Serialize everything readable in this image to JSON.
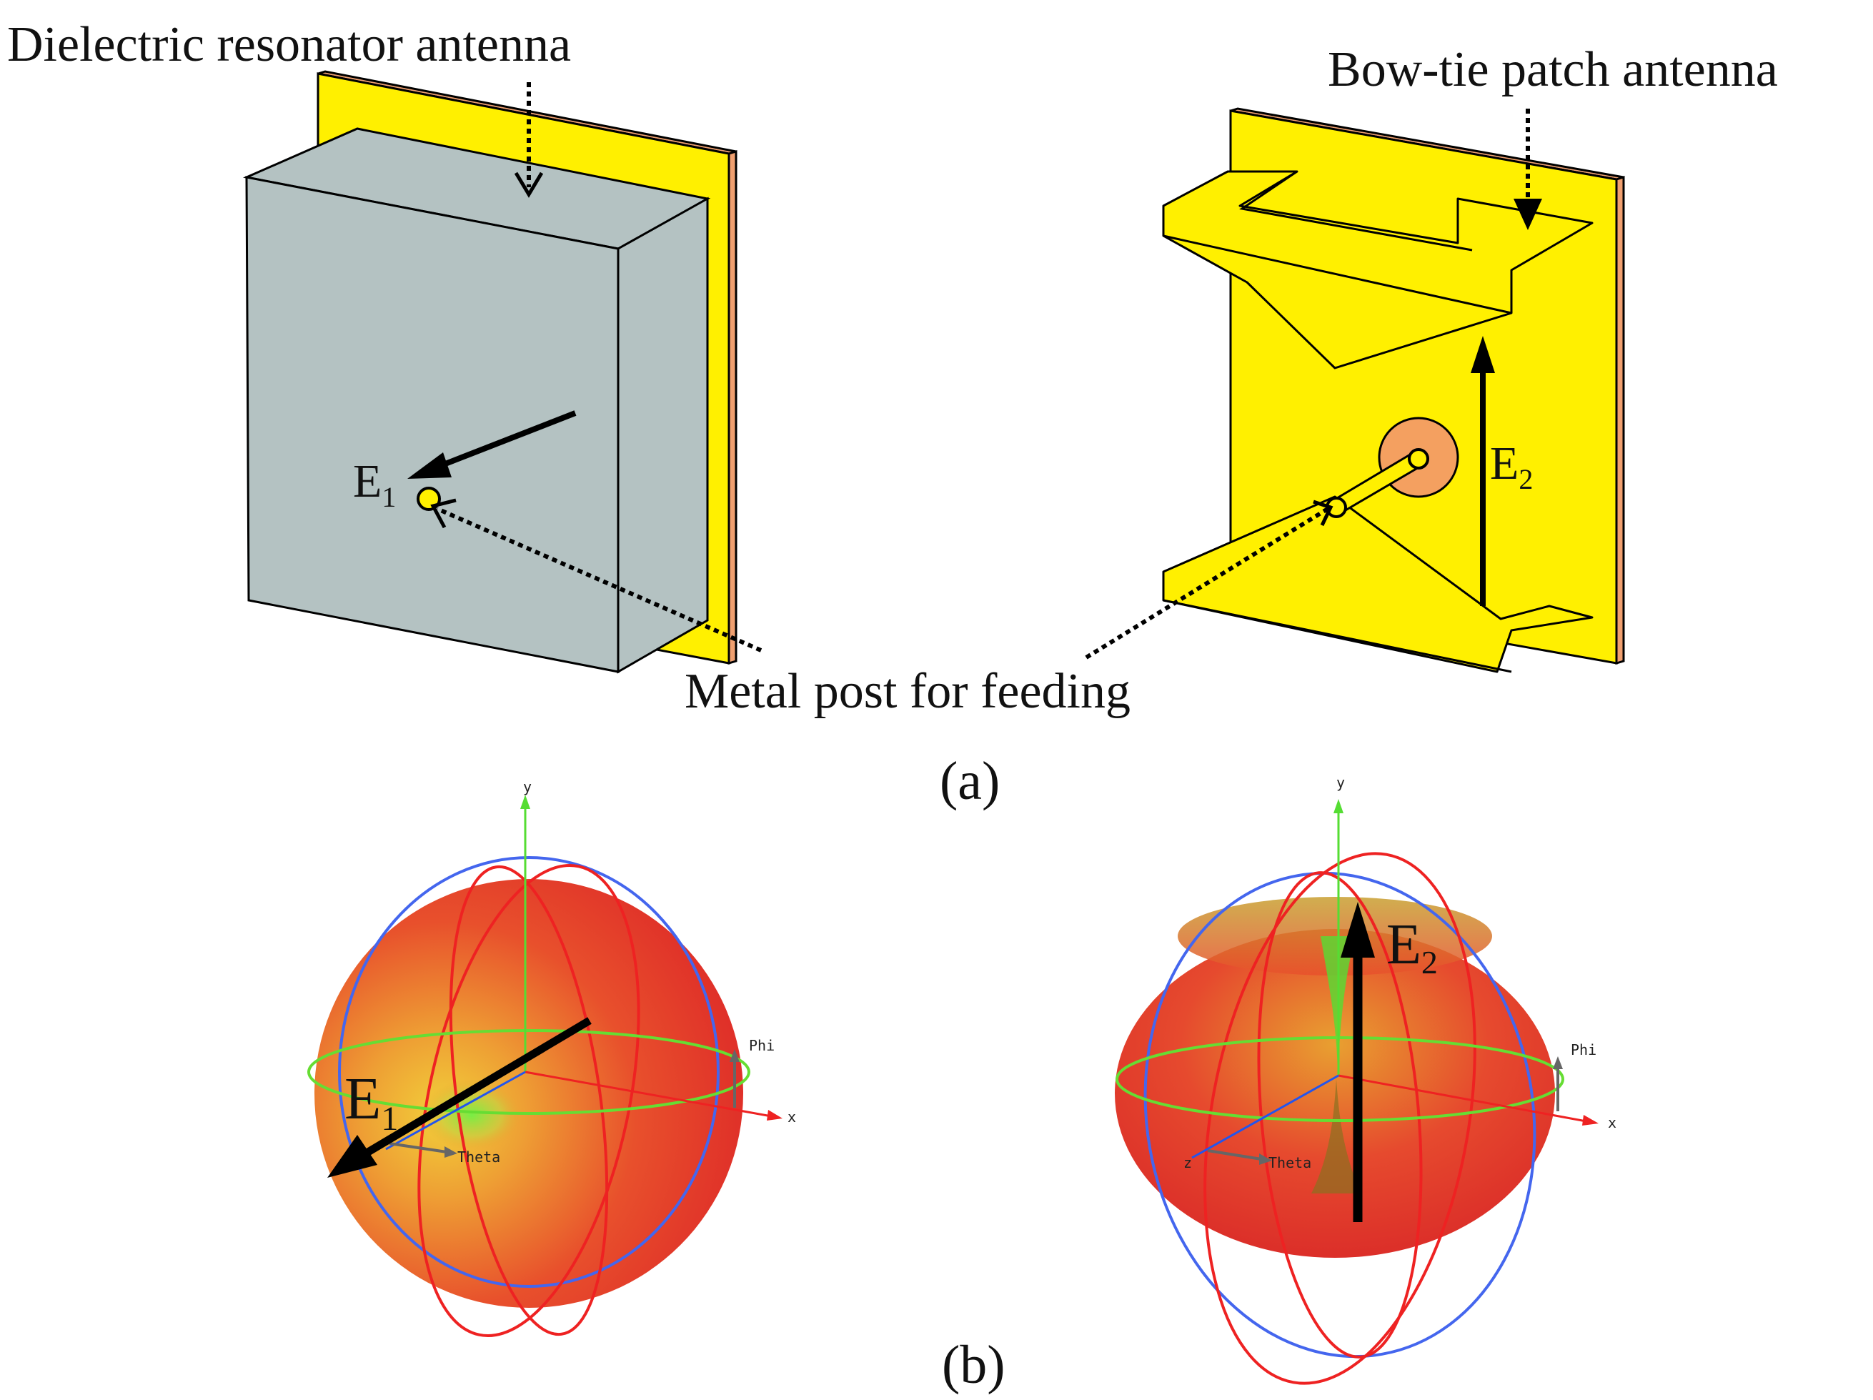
{
  "labels": {
    "dra": "Dielectric resonator antenna",
    "bowtie": "Bow-tie patch antenna",
    "metal_post": "Metal post for feeding",
    "caption_a": "(a)",
    "caption_b": "(b)"
  },
  "field_vectors": {
    "e1": {
      "base": "E",
      "sub": "1"
    },
    "e2": {
      "base": "E",
      "sub": "2"
    }
  },
  "pattern_axes": {
    "y": "y",
    "x": "x",
    "z": "z",
    "phi": "Phi",
    "theta": "Theta"
  },
  "colors": {
    "substrate": "#FFF000",
    "substrate_edge": "#F0A070",
    "dielectric": "#B4C2C2",
    "feed_disc": "#F4A060",
    "pattern_core": "#ECB030",
    "pattern_edge": "#E0302A",
    "axis_y": "#55DD33",
    "axis_x": "#EE2222",
    "axis_z": "#2255EE",
    "great_circle_blue": "#4466EE",
    "great_circle_red": "#EE2222",
    "great_circle_green": "#66DD33"
  }
}
